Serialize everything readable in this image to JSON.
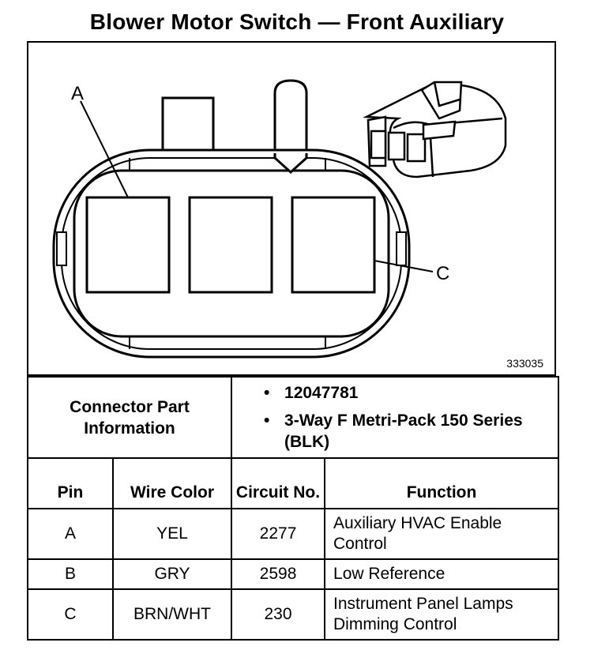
{
  "title": "Blower Motor Switch — Front Auxiliary",
  "diagram": {
    "label_a": "A",
    "label_c": "C",
    "figure_number": "333035"
  },
  "connector": {
    "label": "Connector Part Information",
    "items": [
      "12047781",
      "3-Way F Metri-Pack 150 Series (BLK)"
    ]
  },
  "table": {
    "headers": {
      "pin": "Pin",
      "wire_color": "Wire Color",
      "circuit_no": "Circuit No.",
      "function": "Function"
    },
    "rows": [
      {
        "pin": "A",
        "wire_color": "YEL",
        "circuit_no": "2277",
        "function": "Auxiliary HVAC Enable Control"
      },
      {
        "pin": "B",
        "wire_color": "GRY",
        "circuit_no": "2598",
        "function": "Low Reference"
      },
      {
        "pin": "C",
        "wire_color": "BRN/WHT",
        "circuit_no": "230",
        "function": "Instrument Panel Lamps Dimming Control"
      }
    ]
  }
}
